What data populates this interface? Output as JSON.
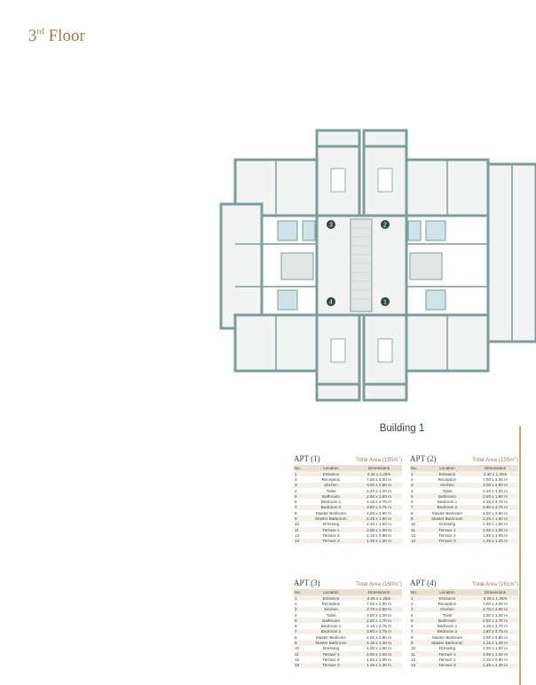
{
  "page": {
    "title_prefix": "3",
    "title_sup": "rd",
    "title_suffix": " Floor",
    "building": "Building 1"
  },
  "plan": {
    "apartment_markers": [
      "1",
      "2",
      "3",
      "4"
    ],
    "colors": {
      "wall": "#7e9c9a",
      "floor": "#f1f4f3",
      "stair": "#e2e6e5",
      "wet": "#cfe4ea",
      "accent": "#a07c4c"
    }
  },
  "table_headers": {
    "no": "No.",
    "location": "Location",
    "dimensions": "Dimensions"
  },
  "apartments": [
    {
      "name": "APT (1)",
      "area": "Total Area (155m",
      "area_sup": "2",
      "area_close": ")",
      "rows": [
        [
          "1",
          "Entrance",
          "2.40 x 1.20m"
        ],
        [
          "2",
          "Reception",
          "7.00 x 4.00 m"
        ],
        [
          "3",
          "Kitchen",
          "3.00 x 2.50 m"
        ],
        [
          "4",
          "Toilet",
          "2.40 x 1.20 m"
        ],
        [
          "5",
          "Bathroom",
          "2.50 x 1.60 m"
        ],
        [
          "6",
          "Bedroom 1",
          "4.15 x 3.75 m"
        ],
        [
          "7",
          "Bedroom 2",
          "3.80 x 3.75 m"
        ],
        [
          "8",
          "Master Bedroom",
          "4.00 x 3.80 m"
        ],
        [
          "9",
          "Master Bathroom",
          "2.45 x 1.50 m"
        ],
        [
          "10",
          "Dressing",
          "2.40 x 1.50 m"
        ],
        [
          "11",
          "Terrace 1",
          "4.00 x 1.00 m"
        ],
        [
          "12",
          "Terrace 2",
          "2.10 x 0.90 m"
        ],
        [
          "13",
          "Terrace 3",
          "1.45 x 1.20 m"
        ]
      ]
    },
    {
      "name": "APT (2)",
      "area": "Total Area (155m",
      "area_sup": "2",
      "area_close": ")",
      "rows": [
        [
          "1",
          "Entrance",
          "2.40 x 1.20m"
        ],
        [
          "2",
          "Reception",
          "7.00 x 4.00 m"
        ],
        [
          "3",
          "Kitchen",
          "3.00 x 2.50 m"
        ],
        [
          "4",
          "Toilet",
          "2.40 x 1.20 m"
        ],
        [
          "5",
          "Bathroom",
          "2.50 x 1.60 m"
        ],
        [
          "6",
          "Bedroom 1",
          "4.15 x 3.75 m"
        ],
        [
          "7",
          "Bedroom 2",
          "3.80 x 3.75 m"
        ],
        [
          "8",
          "Master Bedroom",
          "4.00 x 3.80 m"
        ],
        [
          "9",
          "Master Bathroom",
          "2.45 x 1.50 m"
        ],
        [
          "10",
          "Dressing",
          "2.40 x 1.50 m"
        ],
        [
          "11",
          "Terrace 1",
          "4.00 x 1.00 m"
        ],
        [
          "12",
          "Terrace 2",
          "1.65 x 1.05 m"
        ],
        [
          "13",
          "Terrace 3",
          "1.45 x 1.20 m"
        ]
      ]
    },
    {
      "name": "APT (3)",
      "area": "Total Area (160m",
      "area_sup": "2",
      "area_close": ")",
      "rows": [
        [
          "1",
          "Entrance",
          "2.25 x 1.25m"
        ],
        [
          "2",
          "Reception",
          "7.00 x 4.00 m"
        ],
        [
          "3",
          "Kitchen",
          "3.75 x 2.50 m"
        ],
        [
          "4",
          "Toilet",
          "2.00 x 1.30 m"
        ],
        [
          "5",
          "Bathroom",
          "2.50 x 1.70 m"
        ],
        [
          "6",
          "Bedroom 1",
          "4.15 x 3.75 m"
        ],
        [
          "7",
          "Bedroom 2",
          "3.80 x 3.75 m"
        ],
        [
          "8",
          "Master Bedroom",
          "4.00 x 3.80 m"
        ],
        [
          "9",
          "Master Bathroom",
          "4.15 x 1.40 m"
        ],
        [
          "10",
          "Dressing",
          "4.00 x 1.50 m"
        ],
        [
          "11",
          "Terrace 1",
          "4.00 x 1.00 m"
        ],
        [
          "12",
          "Terrace 2",
          "1.65 x 1.05 m"
        ],
        [
          "13",
          "Terrace 3",
          "1.45 x 1.30 m"
        ]
      ]
    },
    {
      "name": "APT (4)",
      "area": "Total Area (161m",
      "area_sup": "2",
      "area_close": ")",
      "rows": [
        [
          "1",
          "Entrance",
          "2.25 x 1.25m"
        ],
        [
          "2",
          "Reception",
          "7.00 x 4.00 m"
        ],
        [
          "3",
          "Kitchen",
          "2.75 x 2.50 m"
        ],
        [
          "4",
          "Toilet",
          "2.00 x 1.20 m"
        ],
        [
          "5",
          "Bathroom",
          "2.50 x 1.70 m"
        ],
        [
          "6",
          "Bedroom 1",
          "4.15 x 3.75 m"
        ],
        [
          "7",
          "Bedroom 2",
          "3.80 x 3.75 m"
        ],
        [
          "8",
          "Master Bedroom",
          "4.00 x 3.80 m"
        ],
        [
          "9",
          "Master Bathroom",
          "4.15 x 1.40 m"
        ],
        [
          "10",
          "Dressing",
          "4.00 x 1.50 m"
        ],
        [
          "11",
          "Terrace 1",
          "4.00 x 1.00 m"
        ],
        [
          "12",
          "Terrace 2",
          "2.10 x 0.90 m"
        ],
        [
          "13",
          "Terrace 3",
          "1.45 x 1.30 m"
        ]
      ]
    }
  ]
}
